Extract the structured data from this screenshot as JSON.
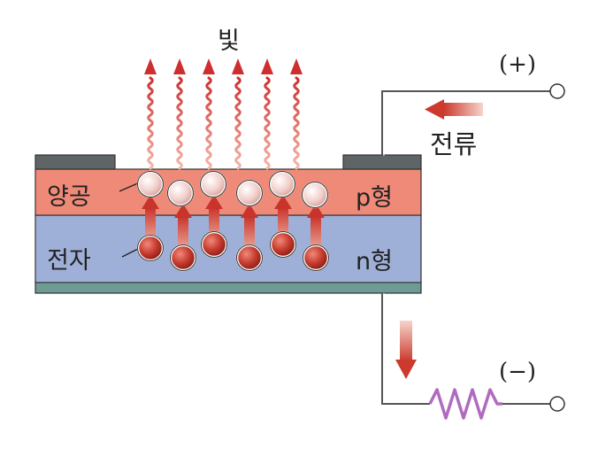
{
  "labels": {
    "light": "빛",
    "hole": "양공",
    "electron": "전자",
    "p_type": "p형",
    "n_type": "n형",
    "current": "전류",
    "plus_terminal": "(+)",
    "minus_terminal": "(−)"
  },
  "colors": {
    "p_layer": "#f08a78",
    "n_layer": "#9fb0d8",
    "photon": "#cf3a3a",
    "electron": "#c23b2f",
    "hole": "#f0c8c4",
    "resistor": "#b06abf",
    "wire": "#555555",
    "electrode": "#5f6566"
  },
  "icons": {
    "photon_arrow": "wavy-arrow-up-icon",
    "carrier_arrow": "arrow-up-icon",
    "current_arrow": "arrow-left-icon",
    "resistor": "zigzag-resistor-icon",
    "terminal": "terminal-circle-icon"
  }
}
